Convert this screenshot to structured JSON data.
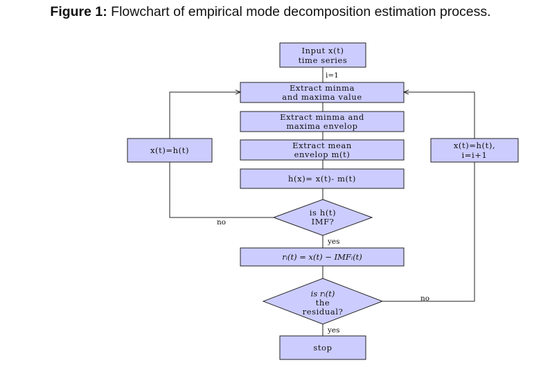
{
  "caption": {
    "label": "Figure 1:",
    "text": " Flowchart of empirical mode decomposition estimation process."
  },
  "nodes": {
    "input": [
      "Input x(t)",
      "time series"
    ],
    "extract_extrema": [
      "Extract minma",
      "and maxima value"
    ],
    "extract_envelop": [
      "Extract minma and",
      "maxima envelop"
    ],
    "extract_mean": [
      "Extract mean",
      "envelop m(t)"
    ],
    "h_formula": [
      "h(x)= x(t)- m(t)"
    ],
    "is_imf": [
      "is h(t)",
      "IMF?"
    ],
    "residual_formula": [
      "rᵢ(t) = x(t) − IMFᵢ(t)"
    ],
    "is_residual": [
      "is rᵢ(t)",
      "the",
      "residual?"
    ],
    "stop": [
      "stop"
    ],
    "left_update": [
      "x(t)=h(t)"
    ],
    "right_update": [
      "x(t)=h(t),",
      "i=i+1"
    ]
  },
  "edges": {
    "init": "i=1",
    "imf_no": "no",
    "imf_yes": "yes",
    "res_no": "no",
    "res_yes": "yes"
  },
  "colors": {
    "box_fill": "#ccccff",
    "stroke": "#222222"
  }
}
